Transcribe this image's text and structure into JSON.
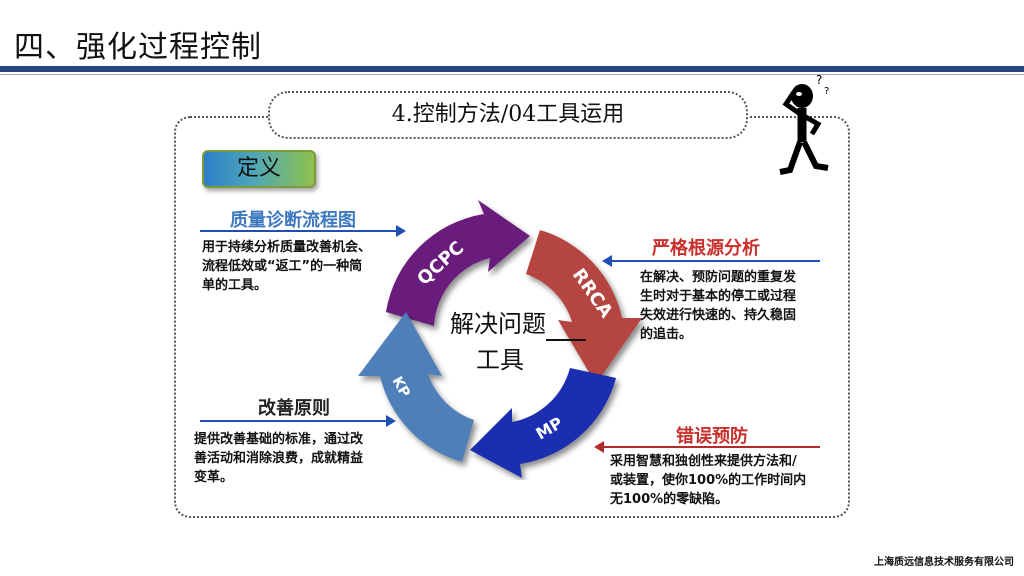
{
  "header": {
    "title": "四、强化过程控制"
  },
  "panel": {
    "subtitle": "4.控制方法/04工具运用",
    "definition_label": "定义"
  },
  "sections": {
    "qcpc": {
      "title": "质量诊断流程图",
      "lines": [
        "用于持续分析质量改善机会、",
        "流程低效或“返工”的一种简",
        "单的工具。"
      ]
    },
    "rrca": {
      "title": "严格根源分析",
      "lines": [
        "在解决、预防问题的重复发",
        "生时对于基本的停工或过程",
        "失效进行快速的、持久稳固",
        "的追击。"
      ]
    },
    "kp": {
      "title": "改善原则",
      "lines": [
        "提供改善基础的标准，通过改",
        "善活动和消除浪费，成就精益",
        "变革。"
      ]
    },
    "mp": {
      "title": "错误预防",
      "lines": [
        "采用智慧和独创性来提供方法和/",
        "或装置，使你100%的工作时间内",
        "无100%的零缺陷。"
      ]
    }
  },
  "cycle": {
    "center_line1": "解决问题",
    "center_line2": "工具",
    "labels": {
      "qcpc": "QCPC",
      "rrca": "RRCA",
      "mp": "MP",
      "kp": "KP"
    },
    "colors": {
      "qcpc": "#6a1f7d",
      "rrca": "#b5453f",
      "mp": "#1a2fb0",
      "kp": "#4f7fb9"
    }
  },
  "footer": {
    "company": "上海质远信息技术服务有限公司"
  },
  "icons": {
    "thinking_figure": "thinking-person-icon"
  }
}
